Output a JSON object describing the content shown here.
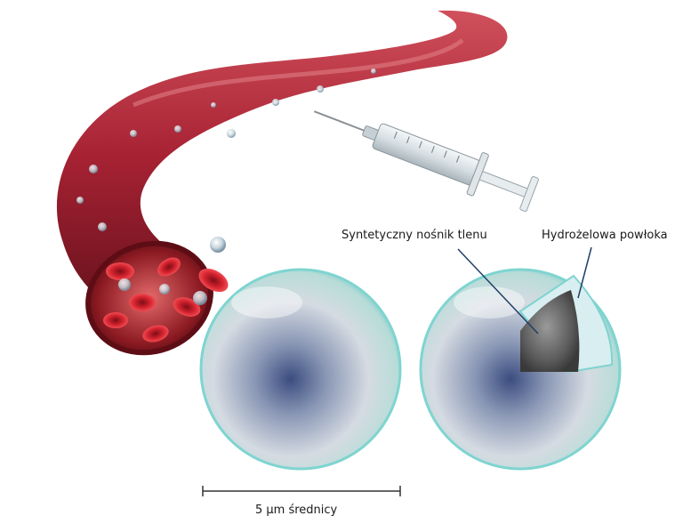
{
  "labels": {
    "carrier": "Syntetyczny nośnik tlenu",
    "coating": "Hydrożelowa powłoka",
    "scale": "5 µm średnicy"
  },
  "icons": {
    "vessel": "blood-vessel-illustration",
    "syringe": "syringe-illustration",
    "particle": "microparticle-illustration",
    "particle_cutaway": "microparticle-cutaway-illustration"
  },
  "colors": {
    "vessel": "#8e1a2a",
    "vessel_light": "#c0394a",
    "blood_cell": "#c8202d",
    "sphere_edge": "#7fd4d0",
    "sphere_core": "#3a4c7a",
    "core_grey": "#5a5a5a",
    "leader": "#1f3f66"
  }
}
